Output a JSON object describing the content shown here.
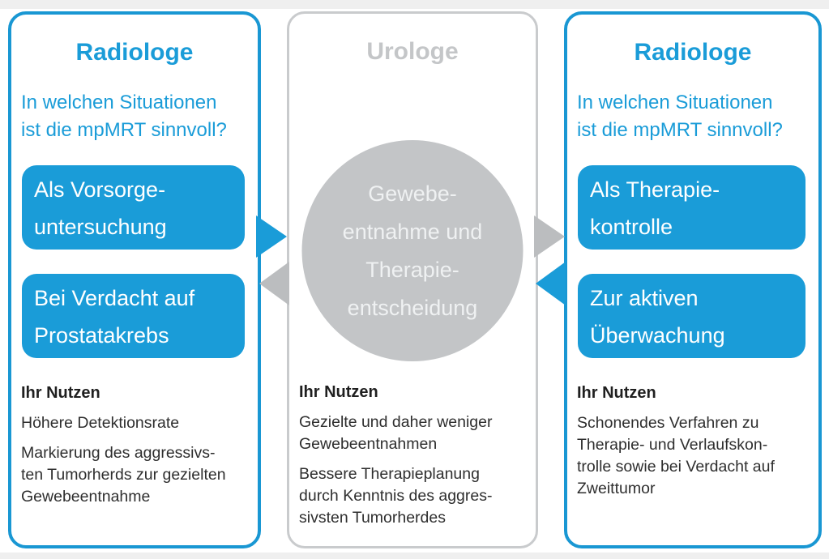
{
  "palette": {
    "blue": "#1A9CD8",
    "blue-border": "#1997D3",
    "gray-fill": "#C3C5C7",
    "gray-border": "#C9CBCD",
    "gray-title": "#C4C6C8",
    "gray-arrow": "#BBBDBF",
    "circle-text": "#EFF1F2",
    "text-heading": "#1F1F1F",
    "text-body": "#2E2E2E",
    "band": "#EFEFEF"
  },
  "left_column": {
    "title": "Radiologe",
    "question": "In welchen Situationen\nist die mpMRT sinnvoll?",
    "box1": "Als Vorsorge-\nuntersuchung",
    "box2": "Bei Verdacht auf\nProstatakrebs",
    "benefits_heading": "Ihr Nutzen",
    "benefit1": "Höhere Detektionsrate",
    "benefit2": "Markierung des aggressivs-\nten Tumorherds zur gezielten\nGewebeentnahme"
  },
  "center_column": {
    "title": "Urologe",
    "circle_text": "Gewebe-\nentnahme und\nTherapie-\nentscheidung",
    "benefits_heading": "Ihr Nutzen",
    "benefit1": "Gezielte und daher weniger\nGewebeentnahmen",
    "benefit2": "Bessere Therapieplanung\ndurch Kenntnis des aggres-\nsivsten Tumorherdes"
  },
  "right_column": {
    "title": "Radiologe",
    "question": "In welchen Situationen\nist die mpMRT sinnvoll?",
    "box1": "Als Therapie-\nkontrolle",
    "box2": "Zur aktiven\nÜberwachung",
    "benefits_heading": "Ihr Nutzen",
    "benefit1": "Schonendes Verfahren zu\nTherapie- und Verlaufskon-\ntrolle sowie bei Verdacht auf\nZweittumor"
  },
  "arrows": {
    "left_gap_top": {
      "direction": "right",
      "color": "blue"
    },
    "left_gap_bottom": {
      "direction": "left",
      "color": "gray"
    },
    "right_gap_top": {
      "direction": "right",
      "color": "gray"
    },
    "right_gap_bottom": {
      "direction": "left",
      "color": "blue"
    }
  }
}
